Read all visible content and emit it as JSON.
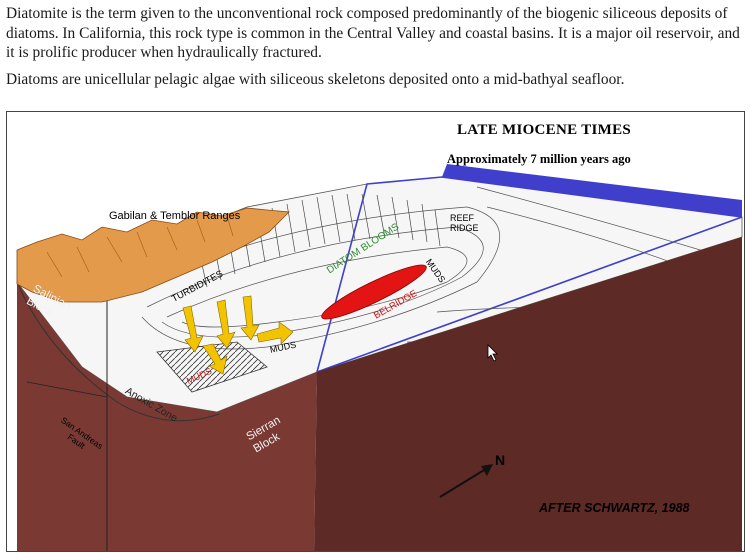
{
  "intro": {
    "paragraph1": "Diatomite is the term given to the unconventional rock composed predominantly of the biogenic siliceous deposits of diatoms.  In California, this rock type is common in the Central Valley and coastal basins.  It is a major oil reservoir, and it is prolific producer when hydraulically fractured.",
    "paragraph2": "Diatoms are unicellular pelagic algae with siliceous skeletons deposited onto a mid-bathyal seafloor."
  },
  "figure": {
    "title": "LATE  MIOCENE  TIMES",
    "subtitle": "Approximately 7 million years ago",
    "credit": "AFTER SCHWARTZ, 1988",
    "labels": {
      "ranges": "Gabilan & Temblor Ranges",
      "salinian_block": "Salinian\nBlock",
      "sierran_block": "Sierran\nBlock",
      "turbidites": "TURBIDITES",
      "diatom_blooms": "DIATOM  BLOOMS",
      "belridge": "BELRIDGE",
      "reef_ridge": "REEF\nRIDGE",
      "muds_east": "MUDS",
      "muds_center": "MUDS",
      "muds_anoxic": "MUDS",
      "anoxic_zone": "Anoxic Zone",
      "san_andreas_fault": "San Andreas\nFault",
      "north": "N"
    },
    "colors": {
      "crust": "#7a3a33",
      "crust_dark": "#5e2a25",
      "mountains": "#e39a4a",
      "sea_surface": "#3f3fcc",
      "diatom_text": "#2e8b2e",
      "belridge_fill": "#e31414",
      "arrows": "#f2c400"
    }
  }
}
